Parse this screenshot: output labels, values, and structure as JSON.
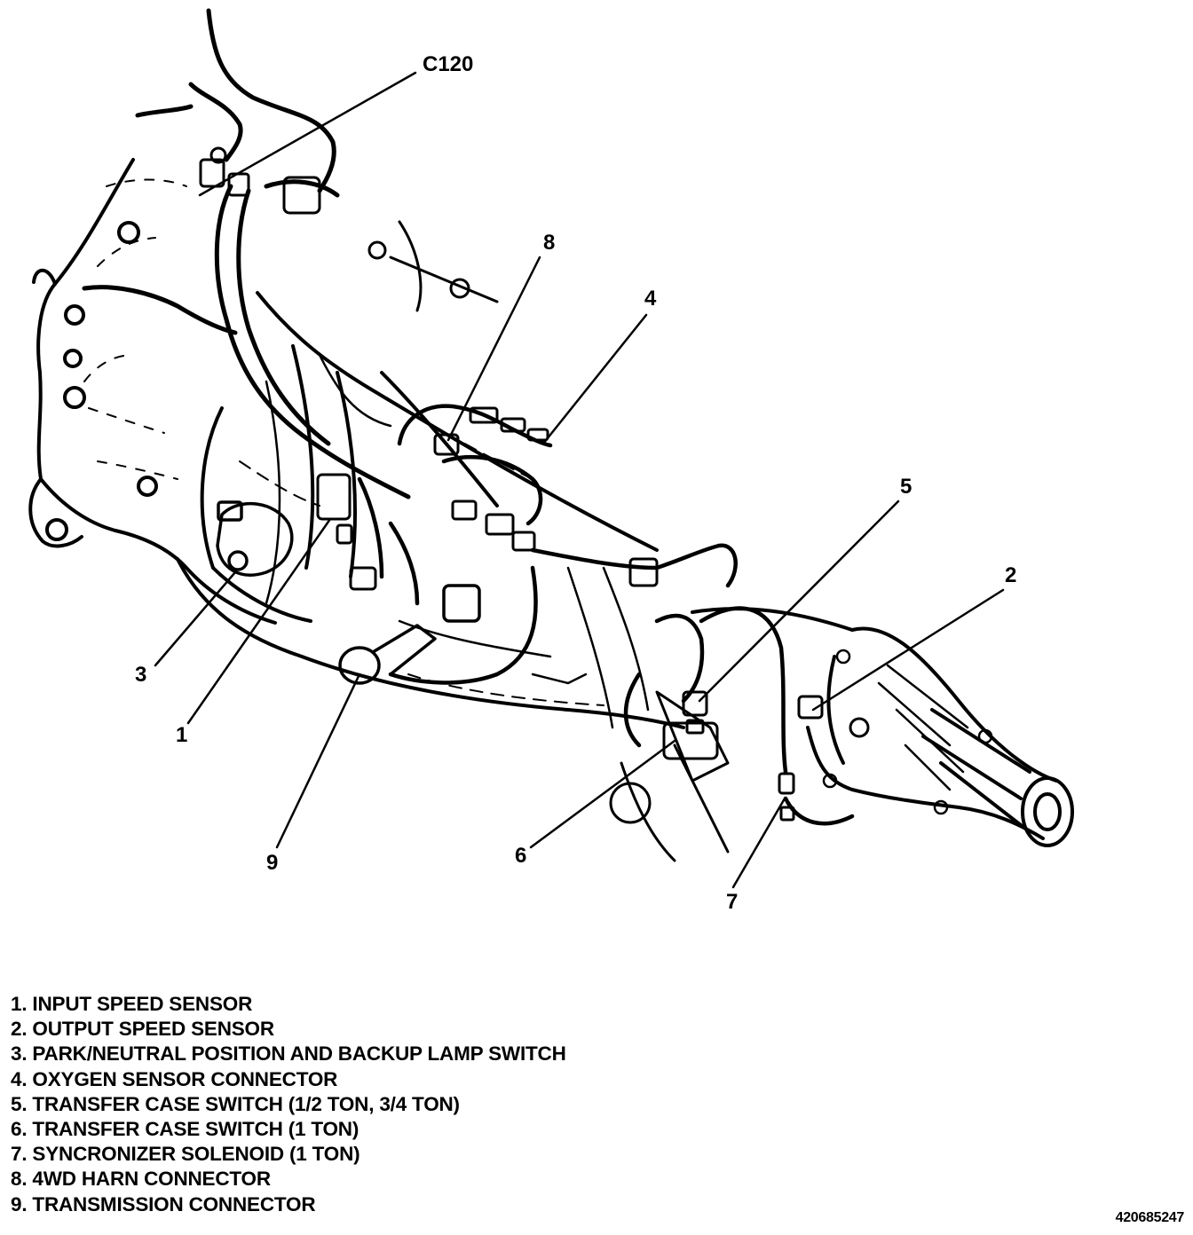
{
  "callouts": {
    "c120": "C120",
    "n1": "1",
    "n2": "2",
    "n3": "3",
    "n4": "4",
    "n5": "5",
    "n6": "6",
    "n7": "7",
    "n8": "8",
    "n9": "9"
  },
  "legend": [
    "1. INPUT SPEED SENSOR",
    "2. OUTPUT SPEED SENSOR",
    "3. PARK/NEUTRAL POSITION AND BACKUP LAMP SWITCH",
    "4. OXYGEN SENSOR CONNECTOR",
    "5. TRANSFER CASE SWITCH (1/2 TON, 3/4 TON)",
    "6. TRANSFER CASE SWITCH (1 TON)",
    "7. SYNCRONIZER SOLENOID (1 TON)",
    "8. 4WD HARN CONNECTOR",
    "9. TRANSMISSION CONNECTOR"
  ],
  "figure_id": "420685247"
}
